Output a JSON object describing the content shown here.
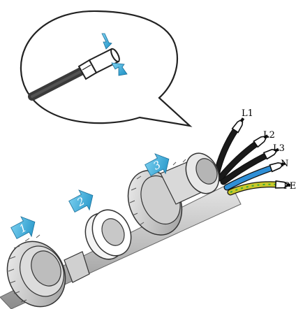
{
  "diagram": {
    "wires": [
      {
        "label": "L1",
        "color": "#1a1a1a"
      },
      {
        "label": "L2",
        "color": "#1a1a1a"
      },
      {
        "label": "L3",
        "color": "#1a1a1a"
      },
      {
        "label": "N",
        "color": "#2f8fd6"
      },
      {
        "label": "PE",
        "color": "#c9c72a"
      }
    ],
    "steps": [
      {
        "number": "1"
      },
      {
        "number": "2"
      },
      {
        "number": "3"
      }
    ],
    "arrow_color": "#29a3d8",
    "cable_color": "#bdbdbd",
    "detail_callout": {
      "icon": "crimp-ferrule-detail"
    }
  }
}
